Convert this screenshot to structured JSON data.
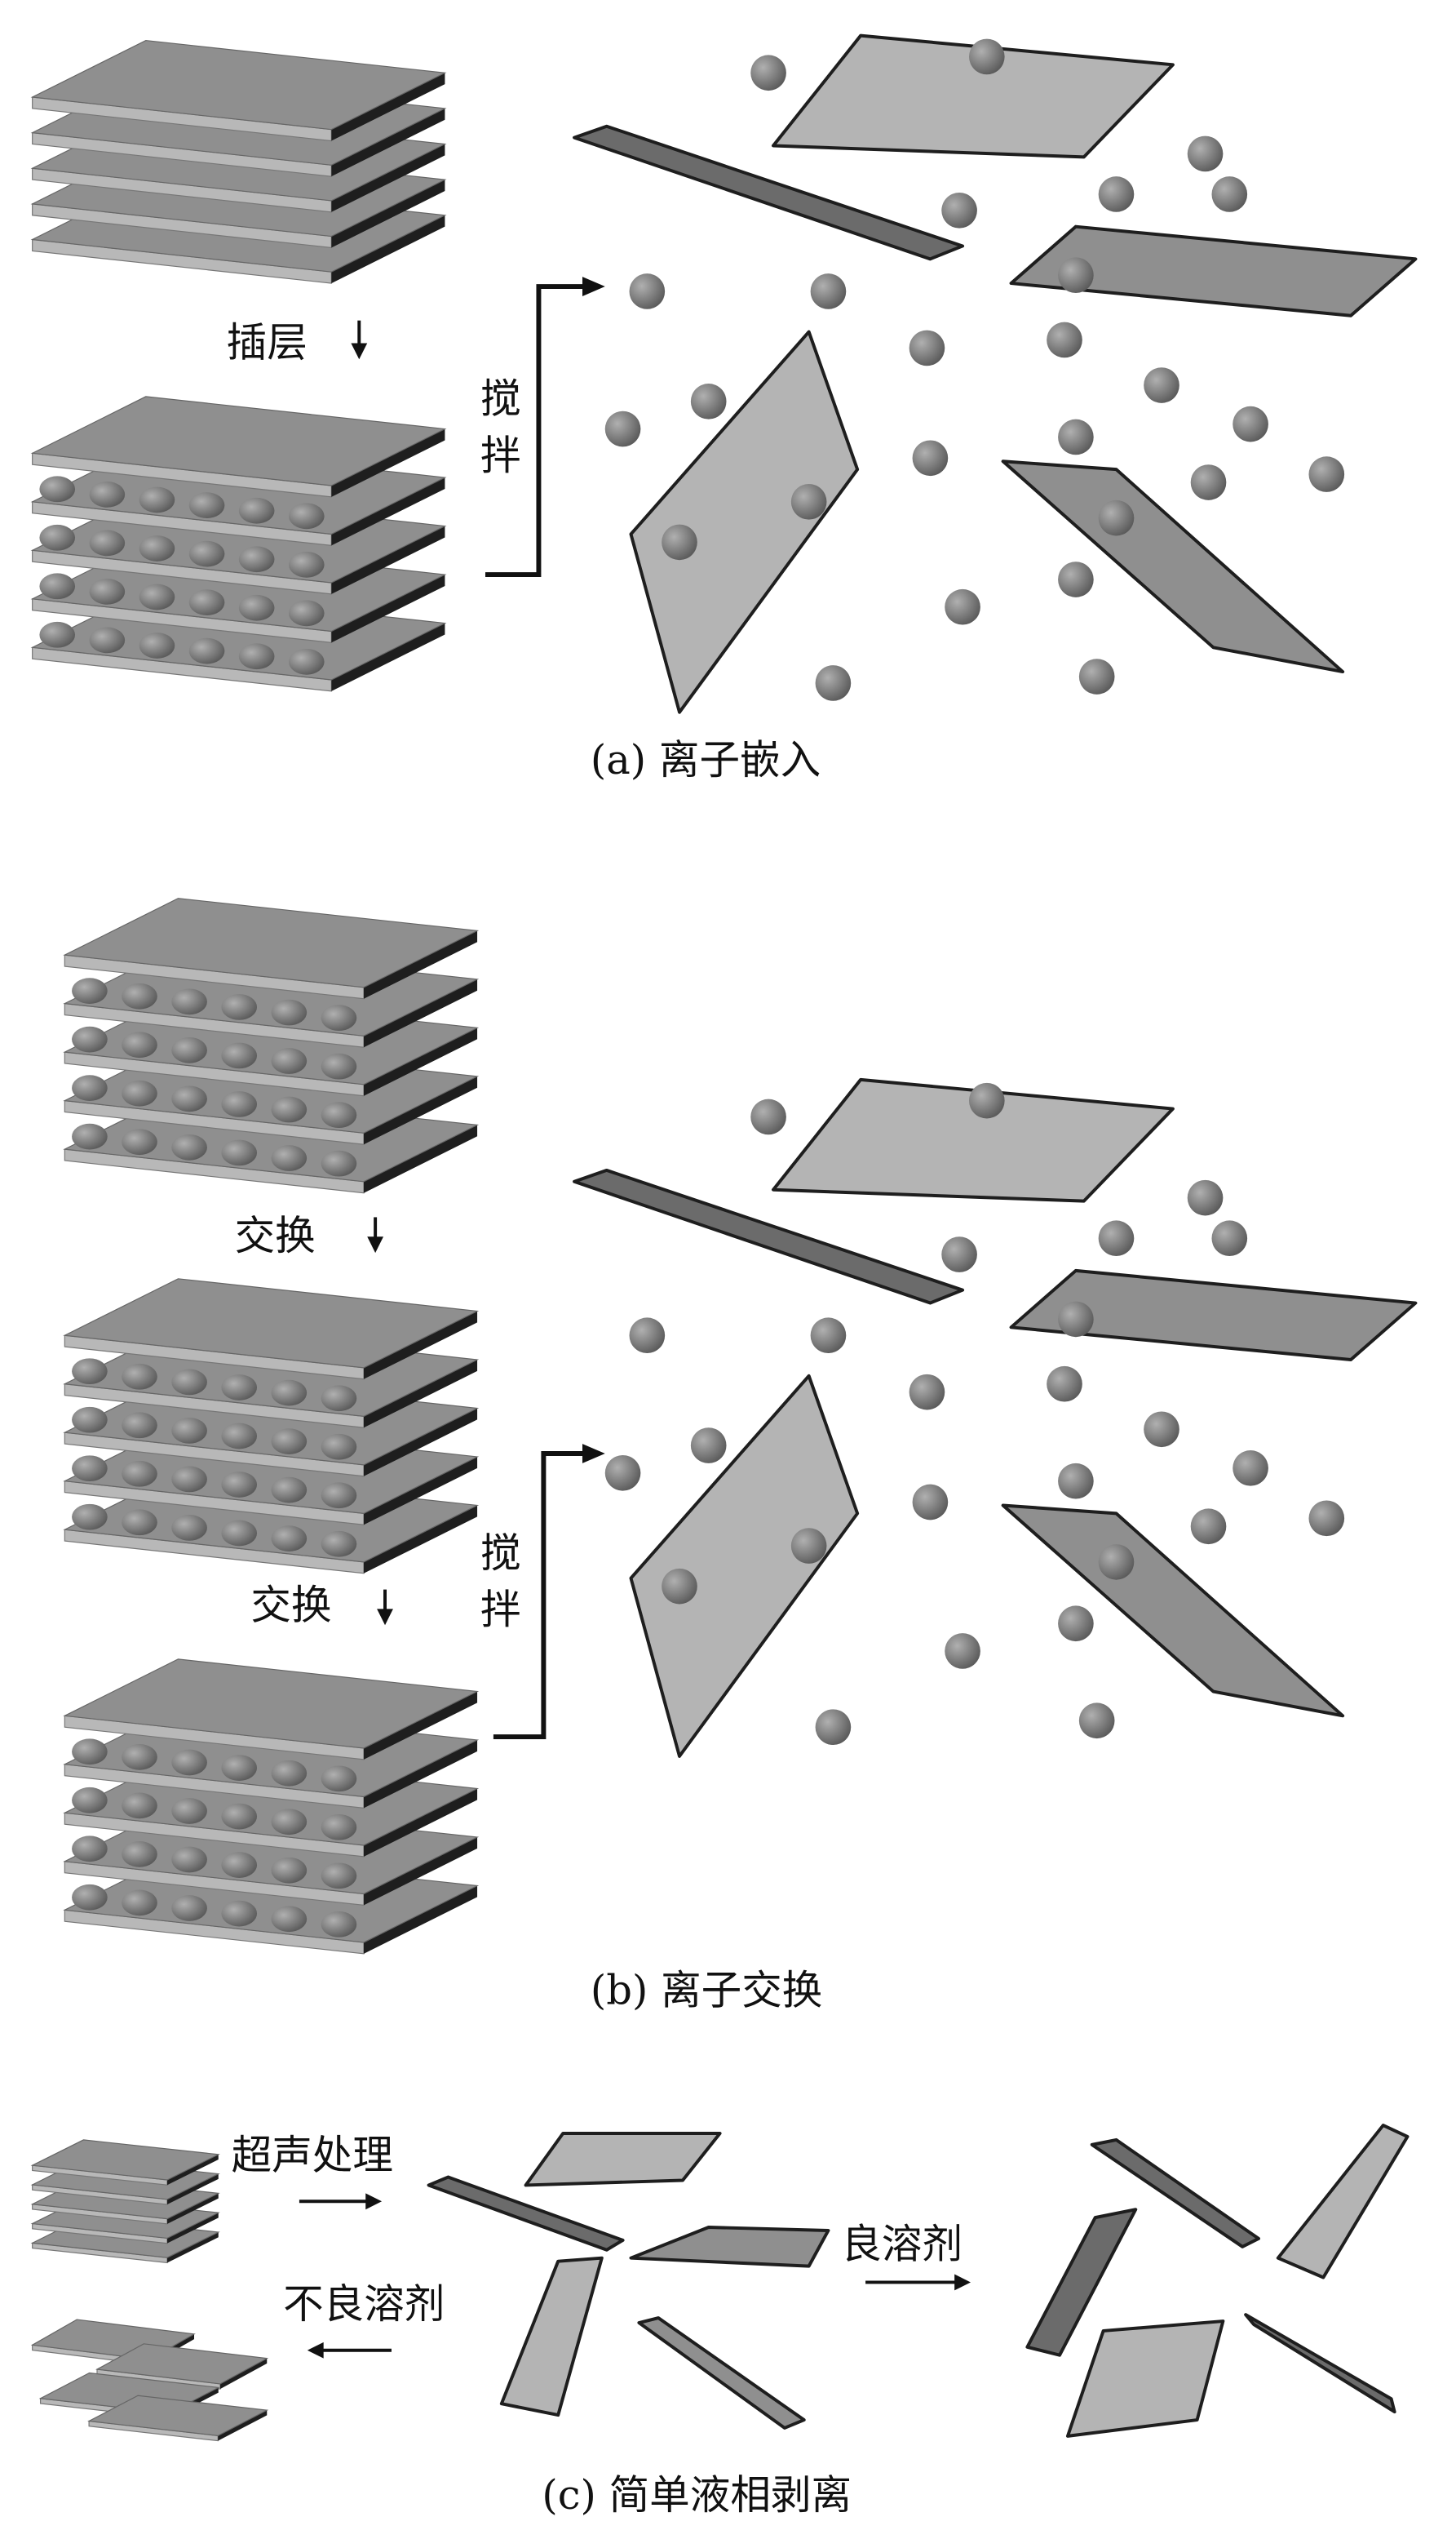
{
  "panel_a": {
    "step_label": "插层",
    "stir_label_1": "搅",
    "stir_label_2": "拌",
    "caption": "(a) 离子嵌入"
  },
  "panel_b": {
    "step_label_1": "交换",
    "step_label_2": "交换",
    "stir_label_1": "搅",
    "stir_label_2": "拌",
    "caption": "(b) 离子交换"
  },
  "panel_c": {
    "ultrasonic_label": "超声处理",
    "poor_solvent_label": "不良溶剂",
    "good_solvent_label": "良溶剂",
    "caption": "(c) 简单液相剥离"
  },
  "colors": {
    "sheet_light": "#b4b4b4",
    "sheet_mid": "#8f8f8f",
    "sheet_dark": "#6b6b6b",
    "edge": "#1e1e1e",
    "ball": "#7a7a7a"
  }
}
